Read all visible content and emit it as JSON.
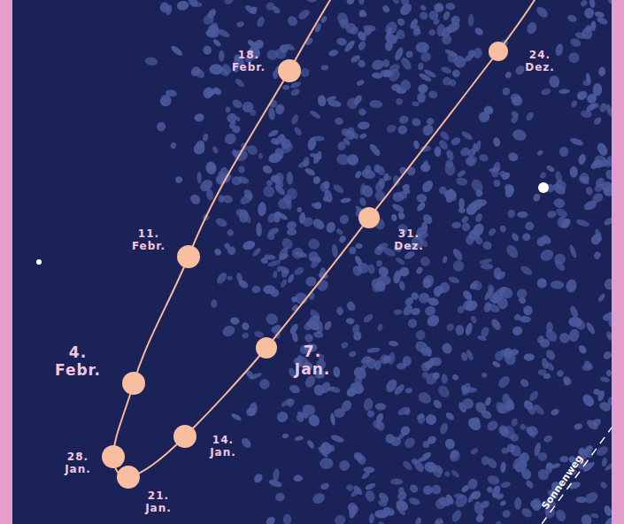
{
  "diagram": {
    "labels": [
      "18. Febr.",
      "24. Dez.",
      "11. Febr.",
      "31. Dez.",
      "4. Febr.",
      "7. Jan.",
      "14. Jan.",
      "28. Jan.",
      "21. Jan.",
      "Sonnenweg"
    ]
  }
}
